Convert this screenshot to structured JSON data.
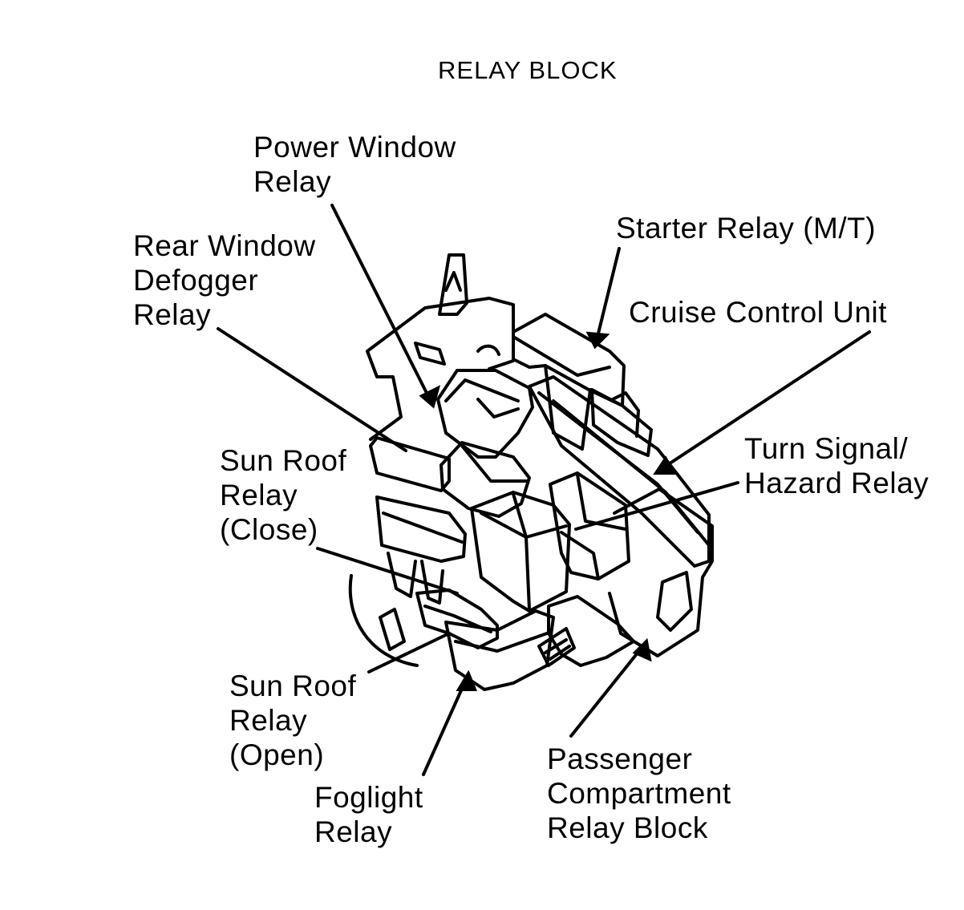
{
  "title": "RELAY BLOCK",
  "callouts": {
    "power_window_relay": [
      "Power Window",
      "Relay"
    ],
    "rear_window_defogger_relay": [
      "Rear Window",
      "Defogger",
      "Relay"
    ],
    "starter_relay": [
      "Starter Relay (M/T)"
    ],
    "cruise_control_unit": [
      "Cruise Control Unit"
    ],
    "turn_signal_hazard_relay": [
      "Turn Signal/",
      "Hazard Relay"
    ],
    "sun_roof_relay_close": [
      "Sun Roof",
      "Relay",
      "(Close)"
    ],
    "sun_roof_relay_open": [
      "Sun Roof",
      "Relay",
      "(Open)"
    ],
    "foglight_relay": [
      "Foglight",
      "Relay"
    ],
    "passenger_compartment_relay_block": [
      "Passenger",
      "Compartment",
      "Relay Block"
    ]
  },
  "colors": {
    "ink": "#000000",
    "paper": "#ffffff"
  }
}
